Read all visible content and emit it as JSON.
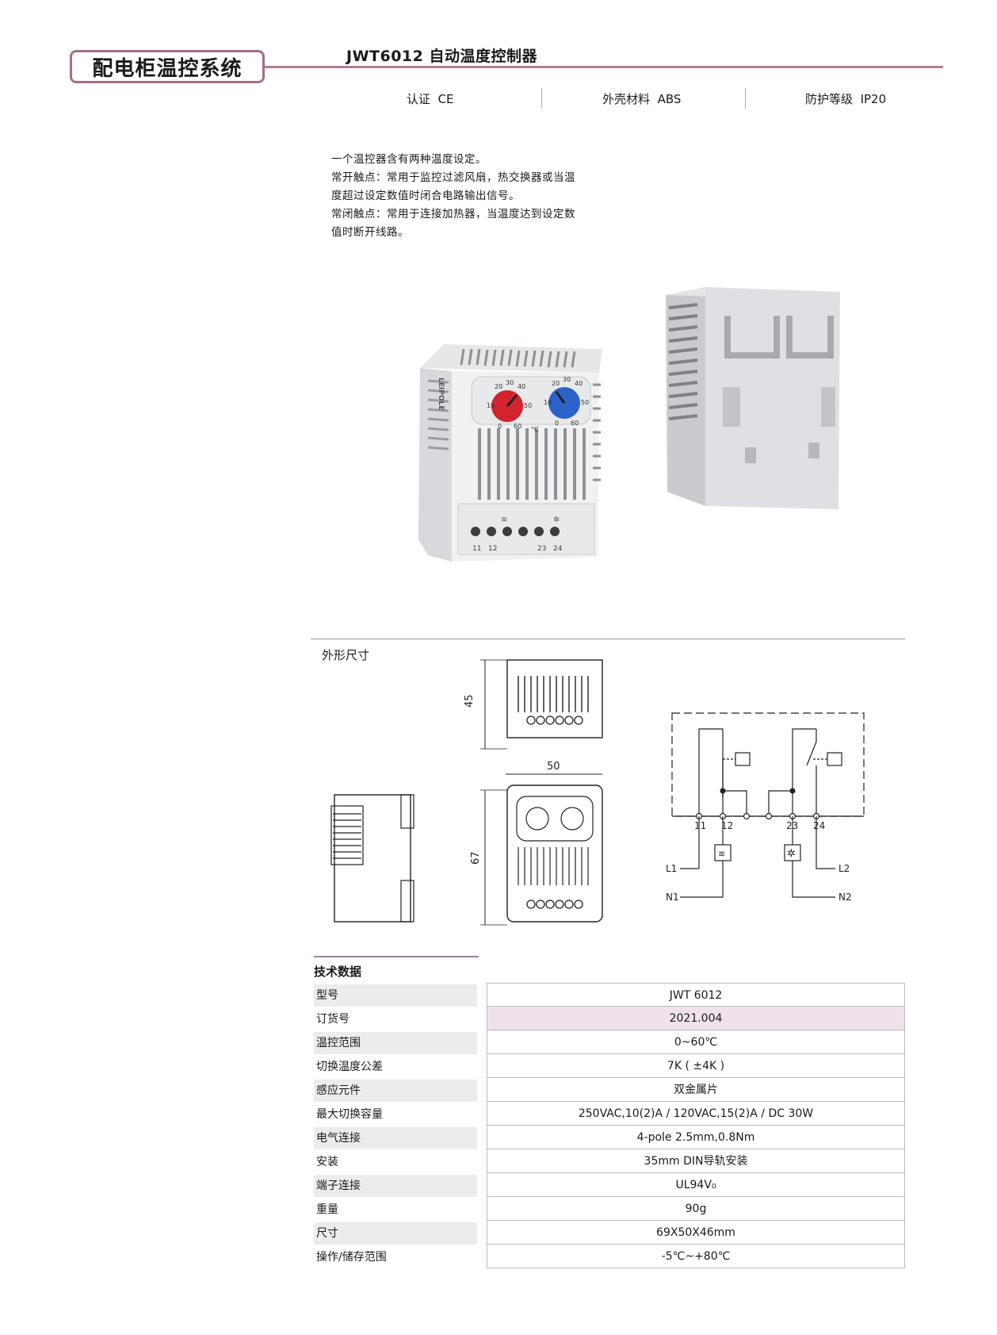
{
  "header": {
    "category": "配电柜温控系统",
    "product_title": "JWT6012 自动温度控制器"
  },
  "specs": [
    {
      "label": "认证",
      "value": "CE"
    },
    {
      "label": "外壳材料",
      "value": "ABS"
    },
    {
      "label": "防护等级",
      "value": "IP20"
    }
  ],
  "description": [
    "一个温控器含有两种温度设定。",
    "常开触点：常用于监控过滤风扇，热交换器或当温",
    "度超过设定数值时闭合电路输出信号。",
    "常闭触点：常用于连接加热器，当温度达到设定数",
    "值时断开线路。"
  ],
  "device": {
    "brand": "LEIPOLE",
    "dial_red_ticks": [
      "20",
      "30",
      "40",
      "10",
      "50",
      "0",
      "60"
    ],
    "dial_blue_ticks": [
      "20",
      "30",
      "40",
      "10",
      "50",
      "0",
      "60"
    ],
    "unit": "°C",
    "terminals": [
      "11",
      "12",
      "23",
      "24"
    ]
  },
  "dimensions": {
    "section_title": "外形尺寸",
    "height_top": "45",
    "width": "50",
    "height_front": "67"
  },
  "wiring": {
    "terminals": [
      "11",
      "12",
      "23",
      "24"
    ],
    "lines": [
      "L1",
      "N1",
      "L2",
      "N2"
    ]
  },
  "tech": {
    "title": "技术数据",
    "rows": [
      {
        "label": "型号",
        "value": "JWT 6012"
      },
      {
        "label": "订货号",
        "value": "2021.004"
      },
      {
        "label": "温控范围",
        "value": "0~60℃"
      },
      {
        "label": "切换温度公差",
        "value": "7K ( ±4K )"
      },
      {
        "label": "感应元件",
        "value": "双金属片"
      },
      {
        "label": "最大切换容量",
        "value": "250VAC,10(2)A / 120VAC,15(2)A / DC 30W"
      },
      {
        "label": "电气连接",
        "value": "4-pole 2.5mm,0.8Nm"
      },
      {
        "label": "安装",
        "value": "35mm DIN导轨安装"
      },
      {
        "label": "端子连接",
        "value": "UL94V₀"
      },
      {
        "label": "重量",
        "value": "90g"
      },
      {
        "label": "尺寸",
        "value": "69X50X46mm"
      },
      {
        "label": "操作/储存范围",
        "value": "-5℃~+80℃"
      }
    ]
  }
}
